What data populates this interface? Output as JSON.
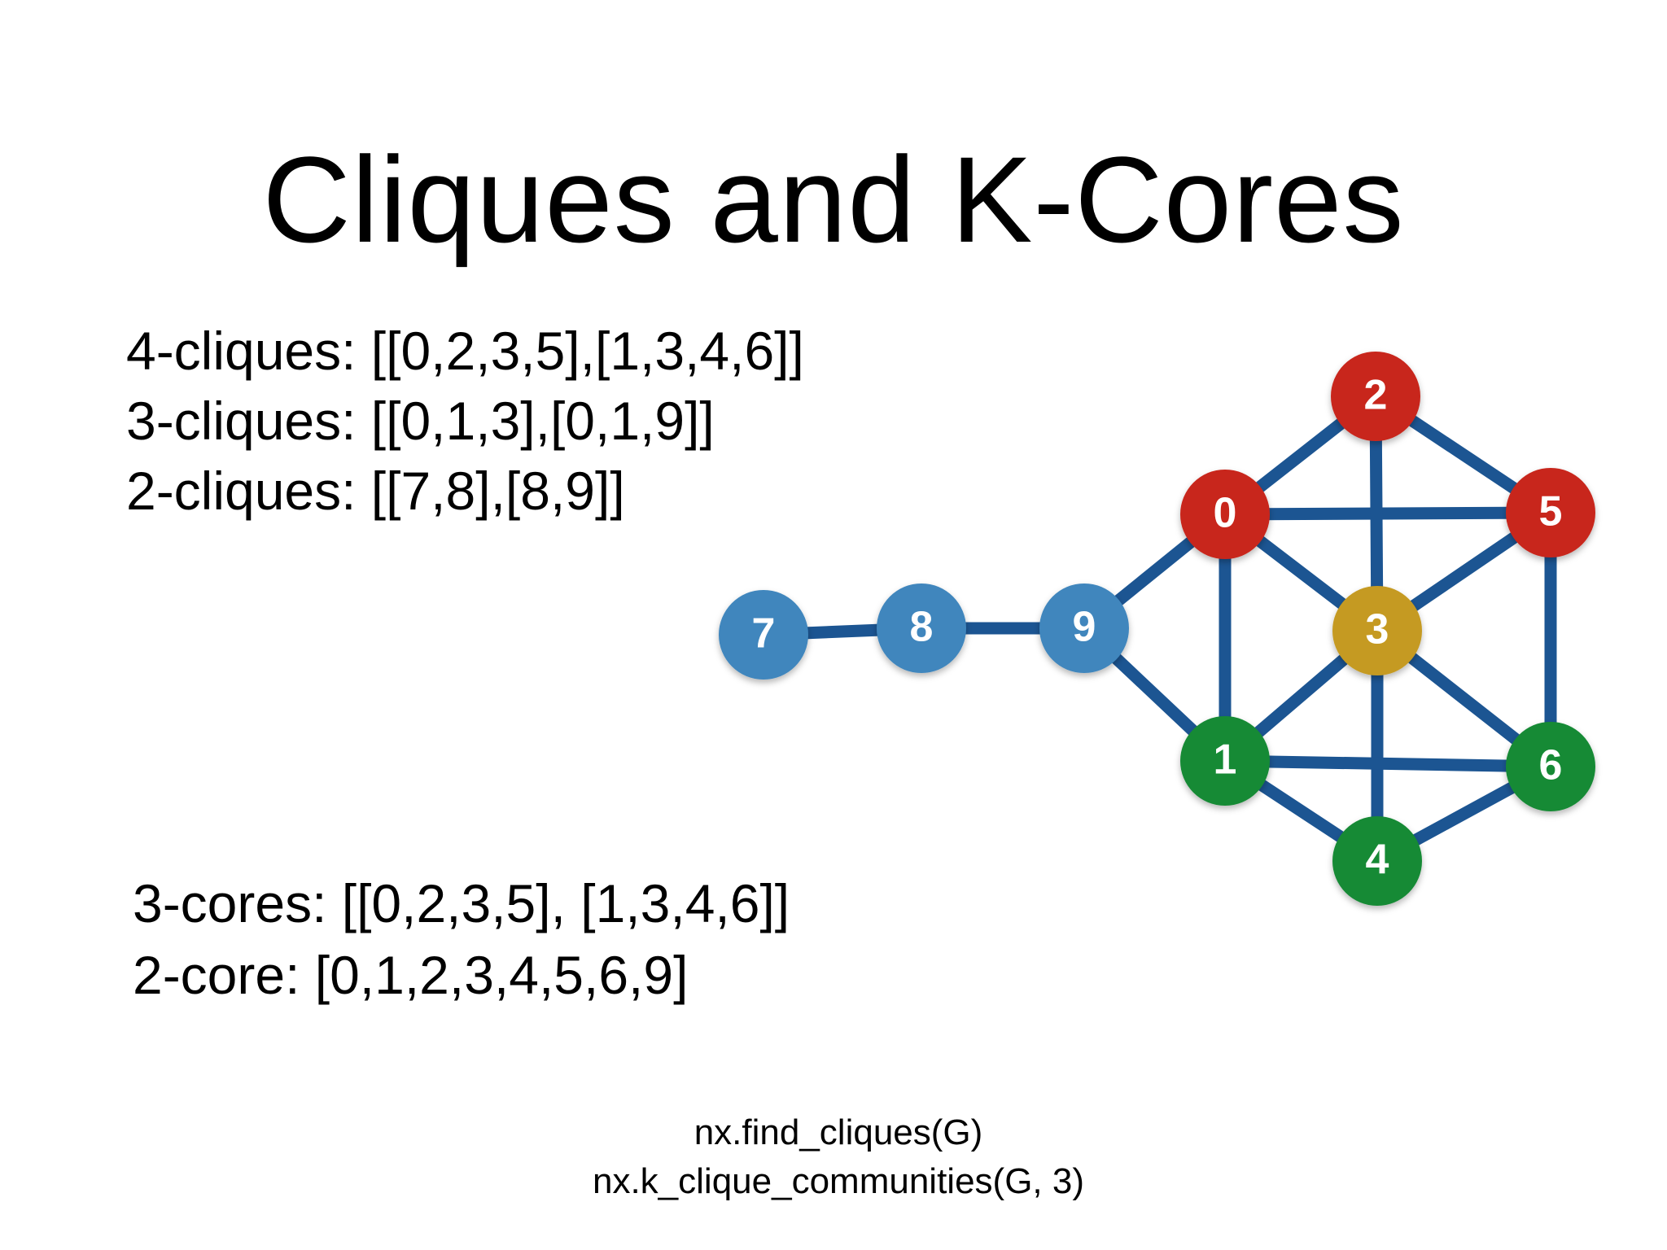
{
  "title": "Cliques and K-Cores",
  "cliques": {
    "four": "4-cliques: [[0,2,3,5],[1,3,4,6]]",
    "three": "3-cliques: [[0,1,3],[0,1,9]]",
    "two": "2-cliques: [[7,8],[8,9]]"
  },
  "cores": {
    "three": "3-cores: [[0,2,3,5], [1,3,4,6]]",
    "two": "2-core: [0,1,2,3,4,5,6,9]"
  },
  "code": {
    "line1": "nx.find_cliques(G)",
    "line2": "nx.k_clique_communities(G, 3)"
  },
  "graph": {
    "edge_color": "#1c5592",
    "nodes": [
      {
        "id": "0",
        "color": "#c8281b"
      },
      {
        "id": "2",
        "color": "#c8281b"
      },
      {
        "id": "5",
        "color": "#c8281b"
      },
      {
        "id": "3",
        "color": "#c59a22"
      },
      {
        "id": "1",
        "color": "#178a35"
      },
      {
        "id": "4",
        "color": "#178a35"
      },
      {
        "id": "6",
        "color": "#178a35"
      },
      {
        "id": "7",
        "color": "#3f86bd"
      },
      {
        "id": "8",
        "color": "#3f86bd"
      },
      {
        "id": "9",
        "color": "#3f86bd"
      }
    ],
    "edges": [
      [
        "7",
        "8"
      ],
      [
        "8",
        "9"
      ],
      [
        "9",
        "0"
      ],
      [
        "9",
        "1"
      ],
      [
        "0",
        "2"
      ],
      [
        "0",
        "5"
      ],
      [
        "0",
        "3"
      ],
      [
        "0",
        "1"
      ],
      [
        "2",
        "5"
      ],
      [
        "2",
        "3"
      ],
      [
        "5",
        "3"
      ],
      [
        "5",
        "6"
      ],
      [
        "3",
        "1"
      ],
      [
        "3",
        "6"
      ],
      [
        "3",
        "4"
      ],
      [
        "1",
        "6"
      ],
      [
        "1",
        "4"
      ],
      [
        "4",
        "6"
      ]
    ]
  }
}
